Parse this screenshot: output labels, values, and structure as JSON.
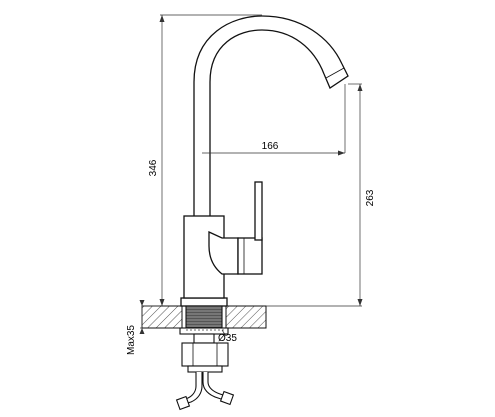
{
  "dimensions": {
    "spout_reach": "166",
    "total_height": "346",
    "spout_height": "263",
    "max_counter_thickness": "Max35",
    "mounting_hole_diameter": "Ø35"
  },
  "colors": {
    "line": "#111111",
    "counter_hatch": "#555555",
    "thread": "#444444",
    "background": "#ffffff"
  }
}
